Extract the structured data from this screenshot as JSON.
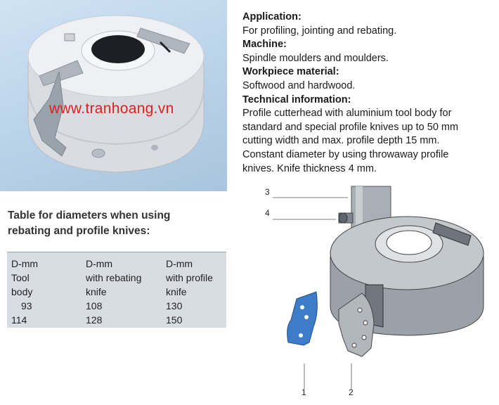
{
  "photo": {
    "watermark": "www.tranhoang.vn"
  },
  "description": [
    {
      "heading": "Application:",
      "lines": [
        "For profiling, jointing and rebating."
      ]
    },
    {
      "heading": "Machine:",
      "lines": [
        "Spindle moulders and moulders."
      ]
    },
    {
      "heading": "Workpiece material:",
      "lines": [
        "Softwood and hardwood."
      ]
    },
    {
      "heading": "Technical information:",
      "lines": [
        "Profile cutterhead with aluminium tool body for",
        "standard and special profile knives up to 50 mm",
        "cutting width and max. profile depth 15 mm.",
        "Constant diameter by using throwaway profile",
        "knives. Knife thickness 4 mm."
      ]
    }
  ],
  "table": {
    "title_lines": [
      "Table for diameters when using",
      "rebating and profile knives:"
    ],
    "headers": [
      [
        "D-mm",
        "Tool",
        "body"
      ],
      [
        "D-mm",
        "with rebating",
        "knife"
      ],
      [
        "D-mm",
        "with profile",
        "knife"
      ]
    ],
    "rows": [
      [
        "93",
        "108",
        "130"
      ],
      [
        "114",
        "128",
        "150"
      ]
    ]
  },
  "drawing": {
    "callouts": [
      "3",
      "4",
      "1",
      "2"
    ]
  },
  "colors": {
    "watermark": "#e02020",
    "table_bg": "#d8dde3",
    "knife_blue": "#3d7cc9"
  }
}
